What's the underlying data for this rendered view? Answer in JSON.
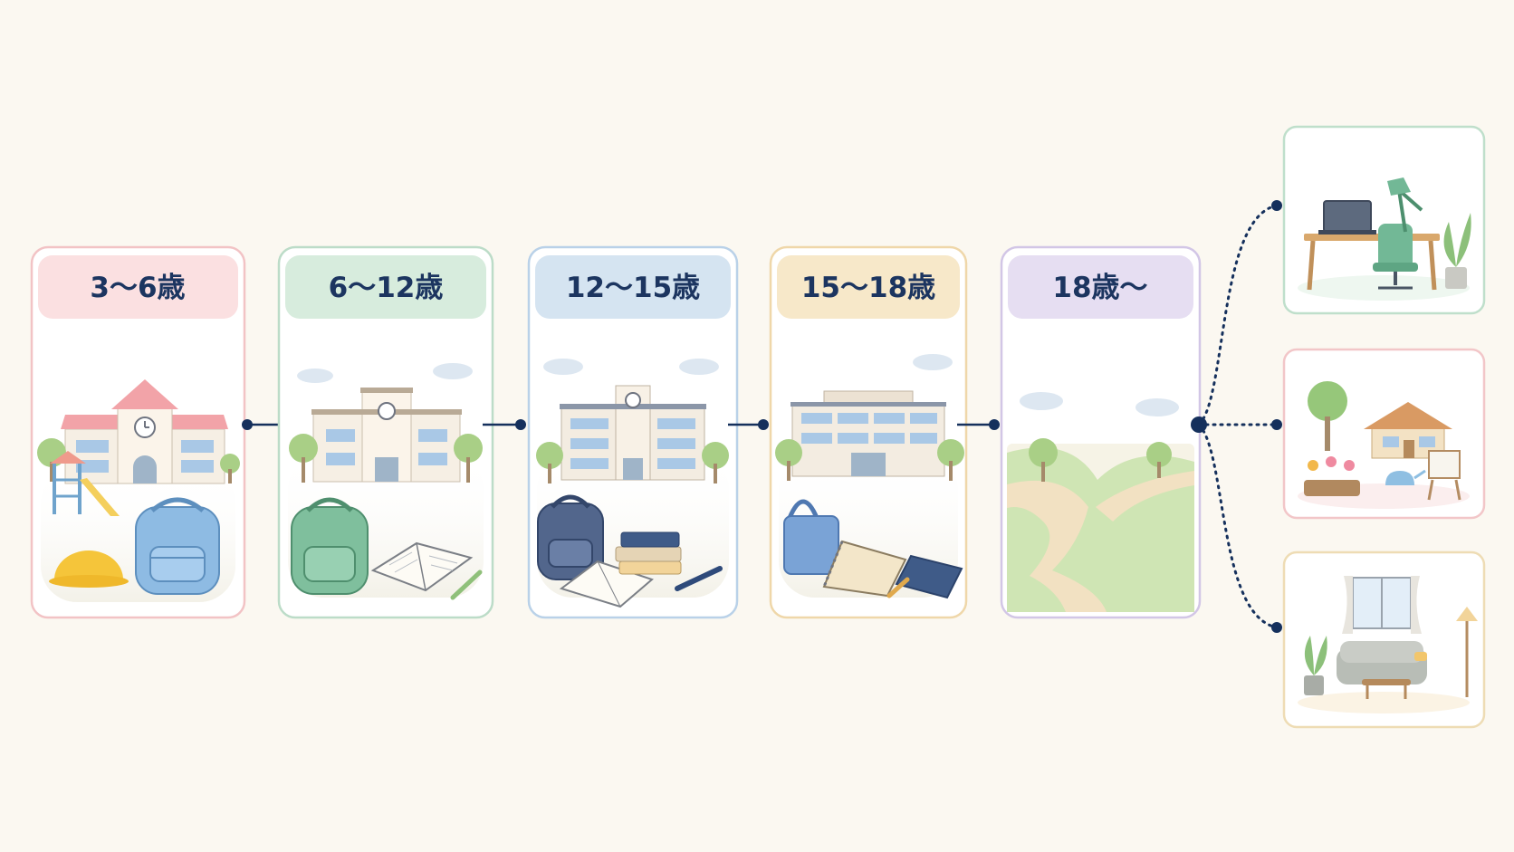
{
  "stages": [
    {
      "id": "preschool",
      "label": "3〜6歳",
      "border": "#f2c3c5",
      "header": "#fbe0e1",
      "illustration": "kindergarten-playground-helmet-backpack"
    },
    {
      "id": "elementary",
      "label": "6〜12歳",
      "border": "#bcdcc8",
      "header": "#d7ecdd",
      "illustration": "elementary-school-backpack-notebook"
    },
    {
      "id": "junior-high",
      "label": "12〜15歳",
      "border": "#b9d1e8",
      "header": "#d5e4f1",
      "illustration": "junior-high-school-bag-books-pen"
    },
    {
      "id": "high-school",
      "label": "15〜18歳",
      "border": "#efd7a9",
      "header": "#f7e8c9",
      "illustration": "high-school-tote-notebook"
    },
    {
      "id": "adult",
      "label": "18歳〜",
      "border": "#d2c6e6",
      "header": "#e6def2",
      "illustration": "forking-path"
    }
  ],
  "outcomes": [
    {
      "id": "work",
      "illustration": "desk-laptop-chair-lamp",
      "border": "#bfdfcb",
      "bg": "#eef7f0"
    },
    {
      "id": "welfare-facility",
      "illustration": "house-garden-easel",
      "border": "#f2c6c8",
      "bg": "#fbeeee"
    },
    {
      "id": "home",
      "illustration": "living-room-sofa-window",
      "border": "#eedcb4",
      "bg": "#fbf3e4"
    }
  ],
  "colors": {
    "connector": "#15305c",
    "background": "#fbf8f1"
  }
}
